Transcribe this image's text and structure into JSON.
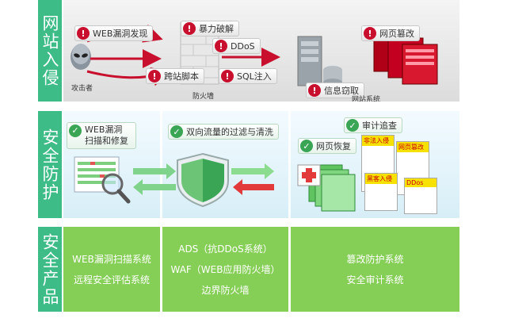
{
  "labels": {
    "intrusion": "网站入侵",
    "defense": "安全防护",
    "products": "安全产品"
  },
  "row1": {
    "web_vuln": "WEB漏洞发现",
    "brute": "暴力破解",
    "ddos": "DDoS",
    "xss": "跨站脚本",
    "sql": "SQL注入",
    "tamper": "网页篡改",
    "theft": "信息窃取",
    "attacker": "攻击者",
    "firewall": "防火墙",
    "site": "网站系统"
  },
  "row2": {
    "scan": "WEB漏洞扫描和修复",
    "filter": "双向流量的过滤与清洗",
    "restore": "网页恢复",
    "audit": "审计追查",
    "pages": [
      "非法入侵",
      "网页篡改",
      "黑客入侵",
      "DDos"
    ]
  },
  "products": {
    "col1": [
      "WEB漏洞扫描系统",
      "远程安全评估系统"
    ],
    "col2": [
      "ADS（抗DDoS系统）",
      "WAF（WEB应用防火墙）",
      "边界防火墙"
    ],
    "col3": [
      "篡改防护系统",
      "安全审计系统"
    ]
  },
  "colors": {
    "label_bg": "#3dbc87",
    "product_bg": "#86cf57",
    "alert_red": "#c8102e",
    "check_green": "#3aa655"
  }
}
